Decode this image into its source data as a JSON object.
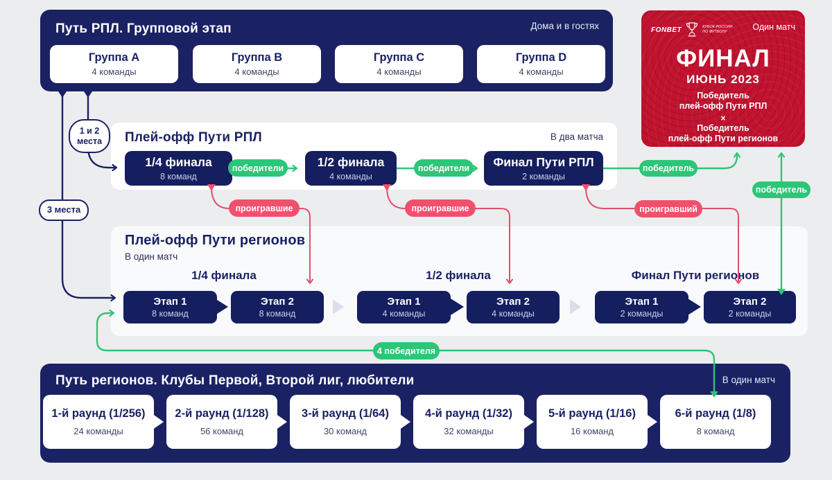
{
  "colors": {
    "background": "#ecedef",
    "navy": "#1a2264",
    "box_navy": "#151e5e",
    "green": "#2dc577",
    "pink": "#f1506d",
    "crimson": "#c01330",
    "white": "#ffffff"
  },
  "rpl_group_panel": {
    "title": "Путь РПЛ. Групповой этап",
    "note": "Дома и в гостях",
    "groups": [
      {
        "name": "Группа A",
        "teams": "4 команды"
      },
      {
        "name": "Группа B",
        "teams": "4 команды"
      },
      {
        "name": "Группа C",
        "teams": "4 команды"
      },
      {
        "name": "Группа D",
        "teams": "4 команды"
      }
    ]
  },
  "final_panel": {
    "sponsor": "FONBET",
    "competition_line1": "Кубок России",
    "competition_line2": "по футболу",
    "note": "Один матч",
    "title": "ФИНАЛ",
    "subtitle": "ИЮНЬ 2023",
    "participant1_line1": "Победитель",
    "participant1_line2": "плей-офф Пути РПЛ",
    "vs": "×",
    "participant2_line1": "Победитель",
    "participant2_line2": "плей-офф Пути регионов"
  },
  "rpl_playoff_panel": {
    "title": "Плей-офф Пути РПЛ",
    "note": "В два матча",
    "stages": [
      {
        "title": "1/4 финала",
        "teams": "8 команд"
      },
      {
        "title": "1/2 финала",
        "teams": "4 команды"
      },
      {
        "title": "Финал Пути РПЛ",
        "teams": "2 команды"
      }
    ]
  },
  "regions_playoff_panel": {
    "title": "Плей-офф Пути регионов",
    "note": "В один матч",
    "sections": [
      {
        "header": "1/4 финала",
        "stages": [
          {
            "title": "Этап 1",
            "teams": "8 команд"
          },
          {
            "title": "Этап 2",
            "teams": "8 команд"
          }
        ]
      },
      {
        "header": "1/2 финала",
        "stages": [
          {
            "title": "Этап 1",
            "teams": "4 команды"
          },
          {
            "title": "Этап 2",
            "teams": "4 команды"
          }
        ]
      },
      {
        "header": "Финал Пути регионов",
        "stages": [
          {
            "title": "Этап 1",
            "teams": "2 команды"
          },
          {
            "title": "Этап 2",
            "teams": "2 команды"
          }
        ]
      }
    ]
  },
  "regions_path_panel": {
    "title": "Путь регионов. Клубы Первой, Второй лиг, любители",
    "note": "В один матч",
    "rounds": [
      {
        "title": "1-й раунд (1/256)",
        "teams": "24 команды"
      },
      {
        "title": "2-й раунд (1/128)",
        "teams": "56 команд"
      },
      {
        "title": "3-й раунд (1/64)",
        "teams": "30 команд"
      },
      {
        "title": "4-й раунд (1/32)",
        "teams": "32 команды"
      },
      {
        "title": "5-й раунд (1/16)",
        "teams": "16 команд"
      },
      {
        "title": "6-й раунд (1/8)",
        "teams": "8 команд"
      }
    ]
  },
  "connectors": {
    "winners_1": "победители",
    "winners_2": "победители",
    "winner_to_final": "победитель",
    "winner_regions": "победитель",
    "losers_1": "проигравшие",
    "losers_2": "проигравшие",
    "loser_3": "проигравший",
    "four_winners": "4 победителя",
    "places_1_2_line1": "1 и 2",
    "places_1_2_line2": "места",
    "places_3": "3 места"
  }
}
